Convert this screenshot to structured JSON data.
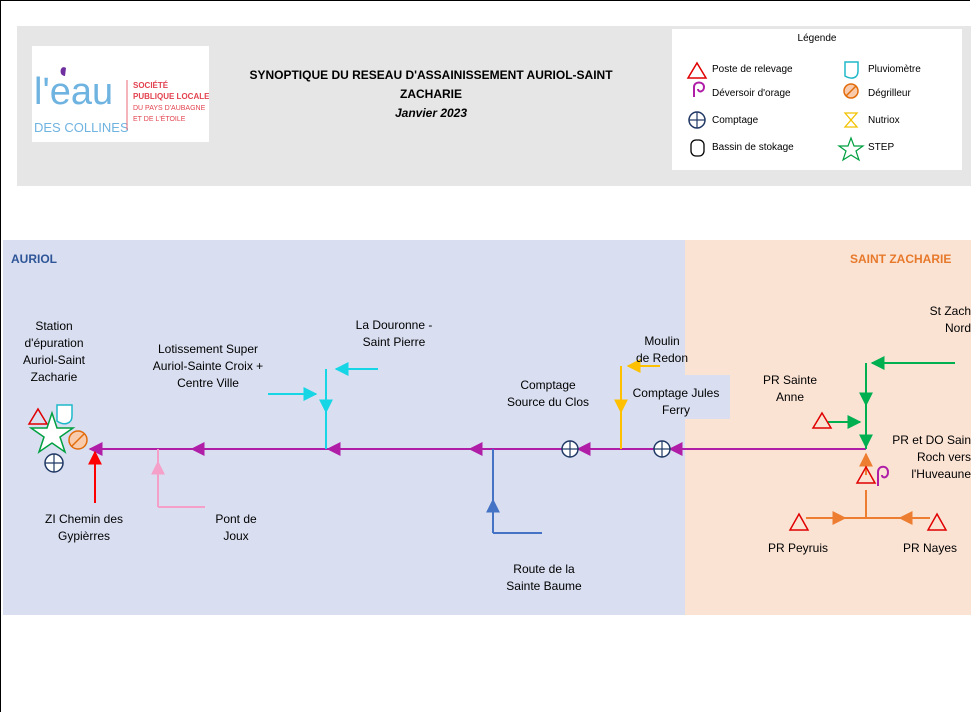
{
  "header": {
    "title_line1": "SYNOPTIQUE DU RESEAU D'ASSAINISSEMENT AURIOL-SAINT",
    "title_line2": "ZACHARIE",
    "subtitle": "Janvier 2023"
  },
  "logo": {
    "wordmark_top": "l'eau",
    "wordmark_bottom": "DES COLLINES",
    "tag1": "SOCIÉTÉ",
    "tag2": "PUBLIQUE LOCALE",
    "tag3": "DU PAYS D'AUBAGNE",
    "tag4": "ET DE L'ÉTOILE"
  },
  "legend": {
    "title": "Légende",
    "items": {
      "poste": "Poste de relevage",
      "pluvio": "Pluviomètre",
      "deversoir": "Déversoir d'orage",
      "degrilleur": "Dégrilleur",
      "comptage": "Comptage",
      "nutriox": "Nutriox",
      "bassin": "Bassin de stokage",
      "step": "STEP"
    }
  },
  "zones": {
    "auriol": "AURIOL",
    "saint_zacharie": "SAINT ZACHARIE"
  },
  "labels": {
    "station": [
      "Station",
      "d'épuration",
      "Auriol-Saint",
      "Zacharie"
    ],
    "lotissement": [
      "Lotissement Super",
      "Auriol-Sainte Croix +",
      "Centre Ville"
    ],
    "douronne": [
      "La Douronne -",
      "Saint Pierre"
    ],
    "moulin": [
      "Moulin",
      "de Redon"
    ],
    "source_clos": [
      "Comptage",
      "Source du Clos"
    ],
    "jules_ferry": [
      "Comptage Jules",
      "Ferry"
    ],
    "pr_sainte_anne": [
      "PR Sainte",
      "Anne"
    ],
    "st_zach_nord": [
      "St Zach",
      "Nord"
    ],
    "pr_do_roch": [
      "PR et DO Sain",
      "Roch vers",
      "l'Huveaune"
    ],
    "zi_chemin": [
      "ZI Chemin des",
      "Gypièrres"
    ],
    "pont_joux": [
      "Pont de",
      "Joux"
    ],
    "route_baume": [
      "Route de la",
      "Sainte Baume"
    ],
    "pr_peyruis": "PR Peyruis",
    "pr_nayes": "PR Nayes"
  },
  "colors": {
    "main_line": "#b01ea8",
    "cyan": "#16d6e6",
    "blue": "#4472c4",
    "yellow": "#ffc000",
    "green": "#00b050",
    "orange": "#ed7d31",
    "red": "#ff0000",
    "pink": "#f4a0c8",
    "auriol_title": "#2e5597",
    "stz_title": "#e7792b"
  }
}
